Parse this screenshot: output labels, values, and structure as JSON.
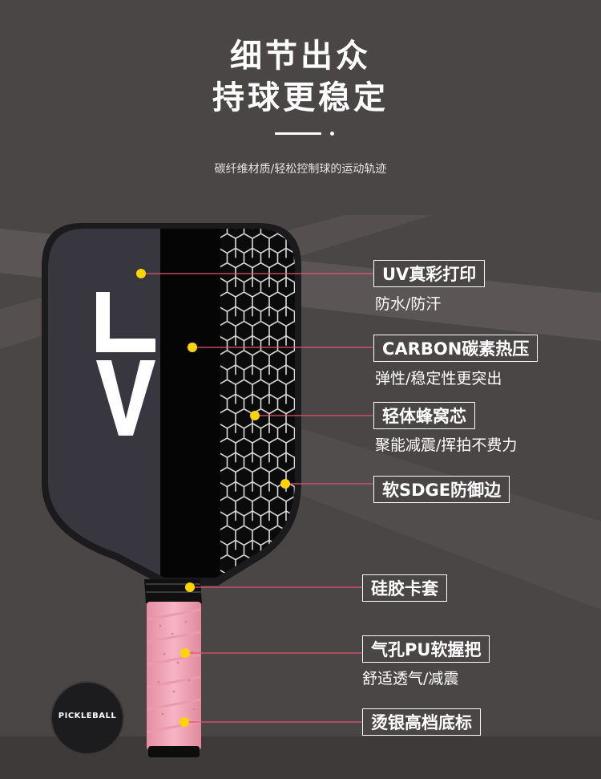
{
  "header": {
    "title_line1": "细节出众",
    "title_line2": "持球更稳定",
    "subtitle": "碳纤维材质/轻松控制球的运动轨迹"
  },
  "paddle": {
    "face_text": "LV",
    "ball_text": "PICKLEBALL"
  },
  "colors": {
    "background": "#4b4646",
    "marker": "#ffd400",
    "callout_line": "#e5536f",
    "grip": "#f4a7b9"
  },
  "callouts": [
    {
      "title": "UV真彩打印",
      "desc": "防水/防汗"
    },
    {
      "title": "CARBON碳素热压",
      "desc": "弹性/稳定性更突出"
    },
    {
      "title": "轻体蜂窝芯",
      "desc": "聚能减震/挥拍不费力"
    },
    {
      "title": "软SDGE防御边",
      "desc": ""
    },
    {
      "title": "硅胶卡套",
      "desc": ""
    },
    {
      "title": "气孔PU软握把",
      "desc": "舒适透气/减震"
    },
    {
      "title": "烫银高档底标",
      "desc": ""
    }
  ]
}
